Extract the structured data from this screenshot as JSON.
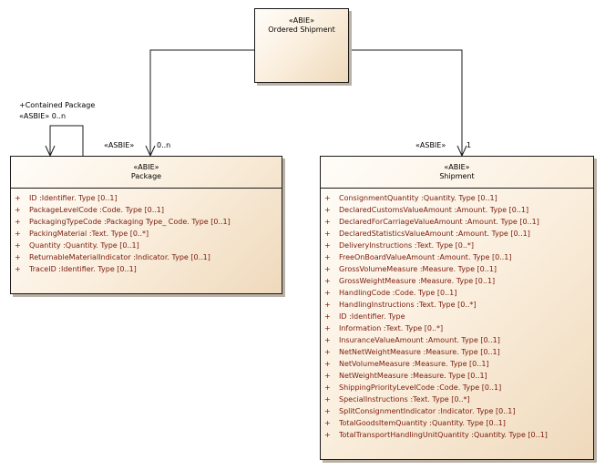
{
  "classes": {
    "ordered_shipment": {
      "stereotype": "«ABIE»",
      "name": "Ordered Shipment"
    },
    "package": {
      "stereotype": "«ABIE»",
      "name": "Package",
      "attributes": [
        {
          "vis": "+",
          "text": "ID  :Identifier. Type [0..1]"
        },
        {
          "vis": "+",
          "text": "PackageLevelCode  :Code. Type [0..1]"
        },
        {
          "vis": "+",
          "text": "PackagingTypeCode  :Packaging Type_ Code. Type [0..1]"
        },
        {
          "vis": "+",
          "text": "PackingMaterial  :Text. Type [0..*]"
        },
        {
          "vis": "+",
          "text": "Quantity  :Quantity. Type [0..1]"
        },
        {
          "vis": "+",
          "text": "ReturnableMaterialIndicator  :Indicator. Type [0..1]"
        },
        {
          "vis": "+",
          "text": "TraceID  :Identifier. Type [0..1]"
        }
      ]
    },
    "shipment": {
      "stereotype": "«ABIE»",
      "name": "Shipment",
      "attributes": [
        {
          "vis": "+",
          "text": "ConsignmentQuantity  :Quantity. Type [0..1]"
        },
        {
          "vis": "+",
          "text": "DeclaredCustomsValueAmount  :Amount. Type [0..1]"
        },
        {
          "vis": "+",
          "text": "DeclaredForCarriageValueAmount  :Amount. Type [0..1]"
        },
        {
          "vis": "+",
          "text": "DeclaredStatisticsValueAmount  :Amount. Type [0..1]"
        },
        {
          "vis": "+",
          "text": "DeliveryInstructions  :Text. Type [0..*]"
        },
        {
          "vis": "+",
          "text": "FreeOnBoardValueAmount  :Amount. Type [0..1]"
        },
        {
          "vis": "+",
          "text": "GrossVolumeMeasure  :Measure. Type [0..1]"
        },
        {
          "vis": "+",
          "text": "GrossWeightMeasure  :Measure. Type [0..1]"
        },
        {
          "vis": "+",
          "text": "HandlingCode  :Code. Type [0..1]"
        },
        {
          "vis": "+",
          "text": "HandlingInstructions  :Text. Type [0..*]"
        },
        {
          "vis": "+",
          "text": "ID  :Identifier. Type"
        },
        {
          "vis": "+",
          "text": "Information  :Text. Type [0..*]"
        },
        {
          "vis": "+",
          "text": "InsuranceValueAmount  :Amount. Type [0..1]"
        },
        {
          "vis": "+",
          "text": "NetNetWeightMeasure  :Measure. Type [0..1]"
        },
        {
          "vis": "+",
          "text": "NetVolumeMeasure  :Measure. Type [0..1]"
        },
        {
          "vis": "+",
          "text": "NetWeightMeasure  :Measure. Type [0..1]"
        },
        {
          "vis": "+",
          "text": "ShippingPriorityLevelCode  :Code. Type [0..1]"
        },
        {
          "vis": "+",
          "text": "SpecialInstructions  :Text. Type [0..*]"
        },
        {
          "vis": "+",
          "text": "SplitConsignmentIndicator  :Indicator. Type [0..1]"
        },
        {
          "vis": "+",
          "text": "TotalGoodsItemQuantity  :Quantity. Type [0..1]"
        },
        {
          "vis": "+",
          "text": "TotalTransportHandlingUnitQuantity  :Quantity. Type [0..1]"
        }
      ]
    }
  },
  "associations": {
    "self_package": {
      "role_line1": "+Contained Package",
      "role_line2": "«ASBIE» 0..n"
    },
    "to_package": {
      "stereotype": "«ASBIE»",
      "multiplicity": "0..n"
    },
    "to_shipment": {
      "stereotype": "«ASBIE»",
      "multiplicity": "1"
    }
  },
  "colors": {
    "attribute_text": "#7a1a0c",
    "class_fill_light": "#fffdf9",
    "class_fill_dark": "#efd9bb",
    "line": "#1a1a1a"
  }
}
